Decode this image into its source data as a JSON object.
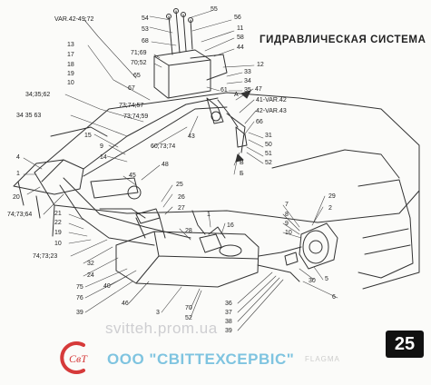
{
  "title": "ГИДРАВЛИЧЕСКАЯ СИСТЕМА",
  "page_number": "25",
  "watermark": {
    "url": "svitteh.prom.ua",
    "company": "ООО \"СВІТТЕХСЕРВІС\"",
    "faint": "FLAGMA",
    "logo_text": "СвТ"
  },
  "callouts": {
    "c55": "55",
    "c54": "54",
    "c56": "56",
    "c53": "53",
    "c11": "11",
    "c68": "68",
    "c58": "58",
    "c71_69": "71;69",
    "c44": "44",
    "c70_52": "70;52",
    "c12": "12",
    "c33": "33",
    "c34": "34",
    "c35": "35",
    "c47": "47",
    "cA": "А",
    "c41": "41-VAR.42",
    "c42": "42-VAR.43",
    "c66": "66",
    "c61": "61",
    "cvar": "VAR.42-49;72",
    "c13": "13",
    "c17": "17",
    "c18": "18",
    "c19": "19",
    "c10a": "10",
    "c65": "65",
    "c67": "67",
    "c34_35_62": "34;35;62",
    "c73_74_57": "73;74;57",
    "c73_74_59": "73;74;59",
    "c34_35_63": "34 35 63",
    "c43": "43",
    "c60": "60;73;74",
    "c15": "15",
    "c9": "9",
    "c14": "14",
    "c31": "31",
    "c50": "50",
    "c51": "51",
    "c52b": "52",
    "cB": "В",
    "cBb": "Б",
    "c4": "4",
    "c45": "45",
    "c48": "48",
    "c1a": "1",
    "c20": "20",
    "c74_73_64": "74;73;64",
    "c25": "25",
    "c26": "26",
    "c27": "27",
    "c21": "21",
    "c22": "22",
    "c19b": "19",
    "c10b": "10",
    "c29": "29",
    "c7": "7",
    "c2": "2",
    "c8": "8",
    "c9b": "9",
    "c10c": "10",
    "c1b": "1",
    "c16": "16",
    "c28": "28",
    "c74_73_23": "74;73;23",
    "c32": "32",
    "c24": "24",
    "c75": "75",
    "c40": "40",
    "c76": "76",
    "c39": "39",
    "c46": "46",
    "c3": "3",
    "c5": "5",
    "c30": "30",
    "c6": "6",
    "c70": "70",
    "c52c": "52",
    "c36": "36",
    "c37": "37",
    "c38": "38",
    "c39b": "39"
  }
}
